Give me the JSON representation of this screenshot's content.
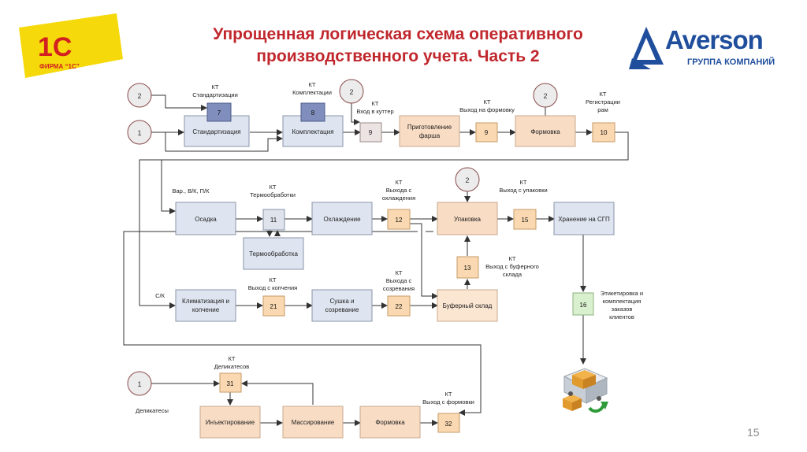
{
  "title_line1": "Упрощенная логическая схема оперативного",
  "title_line2": "производственного учета. Часть 2",
  "logo_1c": {
    "mark": "1С",
    "caption": "ФИРМА “1С”"
  },
  "logo_averson": {
    "name": "Averson",
    "subtitle": "ГРУППА КОМПАНИЙ"
  },
  "page_number": "15",
  "colors": {
    "title": "#c0272d",
    "process_fill": "#dfe5f0",
    "checkpoint_fill": "#fad9b2",
    "checkpoint_blue": "#7f8ebd",
    "checkpoint_green": "#d9f0cf",
    "prep_fill": "#f8dcc4",
    "buffer_fill": "#fbe6d2"
  },
  "circles": {
    "c_2_std": "2",
    "c_1_std": "1",
    "c_2_cutter": "2",
    "c_2_form": "2",
    "c_2_pack": "2",
    "c_1_deli": "1"
  },
  "processes": {
    "standardization": "Стандартизация",
    "completion": "Комплектация",
    "forming_top": "Формовка",
    "settling": "Осадка",
    "cooling": "Охлаждение",
    "packing": "Упаковка",
    "storage": "Хранение на СГП",
    "heat_treatment": "Термообработка",
    "climate_l1": "Климатизация и",
    "climate_l2": "копчение",
    "drying_l1": "Сушка и",
    "drying_l2": "созревание",
    "buffer": "Буферный склад",
    "injection": "Инъектирование",
    "massage": "Массирование",
    "forming_deli": "Формовка",
    "minced_l1": "Приготовление",
    "minced_l2": "фарша"
  },
  "checkpoints": {
    "k7": "7",
    "k8": "8",
    "k9a": "9",
    "k9b": "9",
    "k10": "10",
    "k11": "11",
    "k12": "12",
    "k15": "15",
    "k13": "13",
    "k21": "21",
    "k22": "22",
    "k16": "16",
    "k31": "31",
    "k32": "32"
  },
  "labels": {
    "kt7_l1": "КТ",
    "kt7_l2": "Стандартизации",
    "kt8_l1": "КТ",
    "kt8_l2": "Комплектации",
    "kt9a_l1": "КТ",
    "kt9a_l2": "Вход в куттер",
    "kt9b_l1": "КТ",
    "kt9b_l2": "Выход на формовку",
    "kt10_l1": "КТ",
    "kt10_l2": "Регистрации",
    "kt10_l3": "рам",
    "kt11_l1": "КТ",
    "kt11_l2": "Термообработки",
    "kt12_l1": "КТ",
    "kt12_l2": "Выхода с",
    "kt12_l3": "охлаждения",
    "kt15_l1": "КТ",
    "kt15_l2": "Выход с упаковки",
    "kt13_l1": "КТ",
    "kt13_l2": "Выход с буферного",
    "kt13_l3": "склада",
    "kt21_l1": "КТ",
    "kt21_l2": "Выход с копчения",
    "kt22_l1": "КТ",
    "kt22_l2": "Выхода с",
    "kt22_l3": "созревания",
    "kt16_l1": "Этикетировка и",
    "kt16_l2": "комплектация",
    "kt16_l3": "заказов",
    "kt16_l4": "клиентов",
    "kt31_l1": "КТ",
    "kt31_l2": "Деликатесов",
    "kt32_l1": "КТ",
    "kt32_l2": "Выход с формовки",
    "branch_vbk": "Вар., В/К, П/К",
    "branch_sk": "С/К",
    "branch_deli": "Деликатесы"
  }
}
